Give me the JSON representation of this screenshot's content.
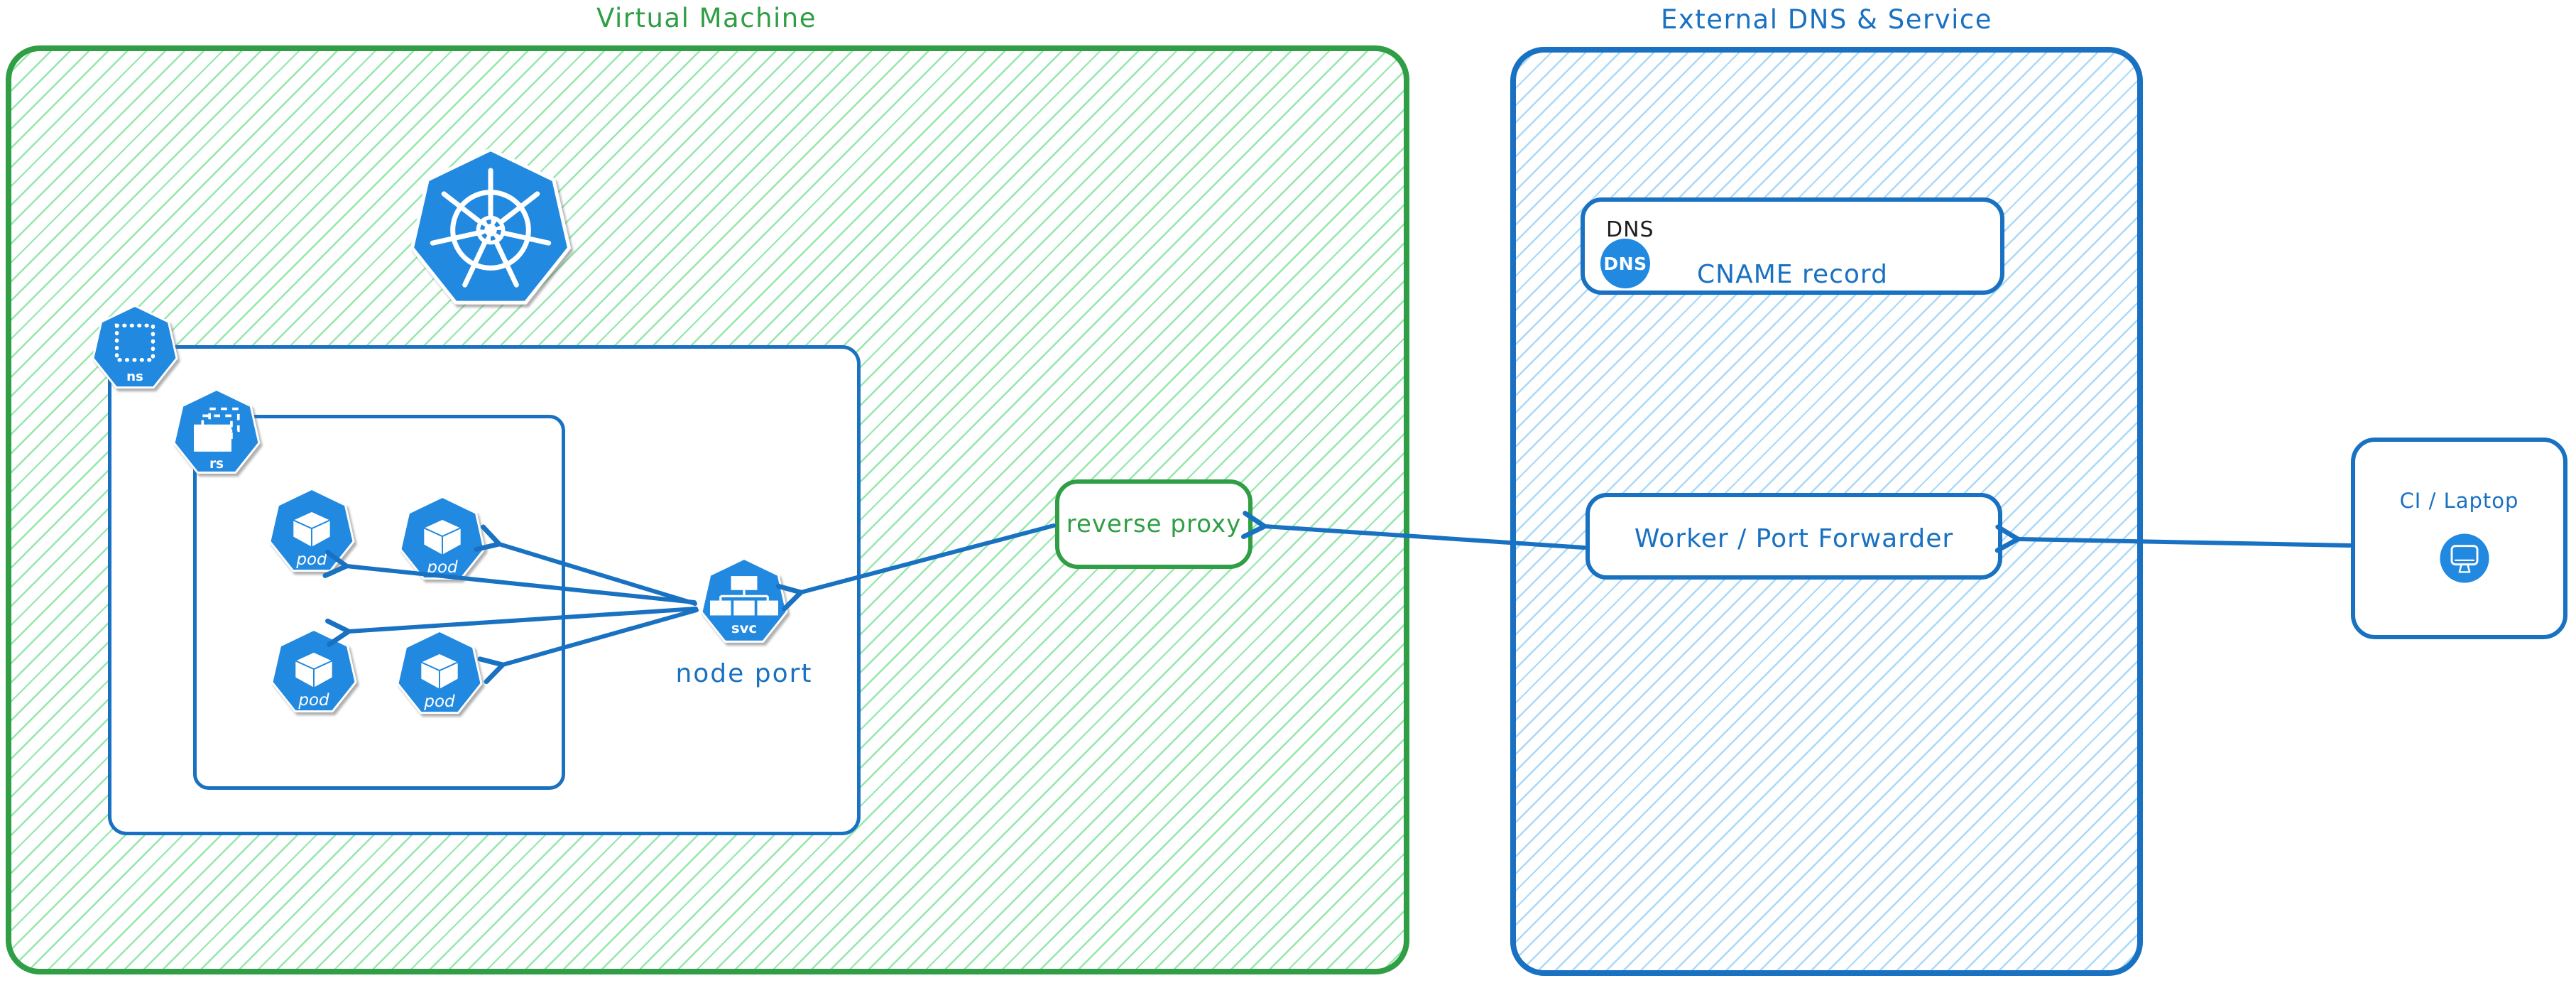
{
  "vm": {
    "title": "Virtual Machine"
  },
  "external": {
    "title": "External DNS & Service"
  },
  "k8s": {
    "namespace_label": "ns",
    "replicaset_label": "rs",
    "pod_label": "pod",
    "service_label": "svc",
    "service_caption": "node port"
  },
  "proxy": {
    "label": "reverse proxy"
  },
  "dns": {
    "tag": "DNS",
    "icon_text": "DNS",
    "record_label": "CNAME record"
  },
  "worker": {
    "label": "Worker / Port Forwarder"
  },
  "ci": {
    "label": "CI / Laptop"
  },
  "icons": {
    "kubernetes": "kubernetes-wheel-icon",
    "namespace": "dotted-square-icon",
    "replicaset": "stacked-rects-icon",
    "pod": "cube-icon",
    "service": "tree-icon",
    "dns": "dns-badge-icon",
    "client": "monitor-icon"
  },
  "colors": {
    "green_stroke": "#2f9e44",
    "green_hatch": "#82e39e",
    "blue_stroke": "#1971c2",
    "blue_hatch": "#a0d5f8",
    "icon_fill": "#2289e0",
    "label_dark": "#1e1e1e",
    "white": "#ffffff"
  }
}
